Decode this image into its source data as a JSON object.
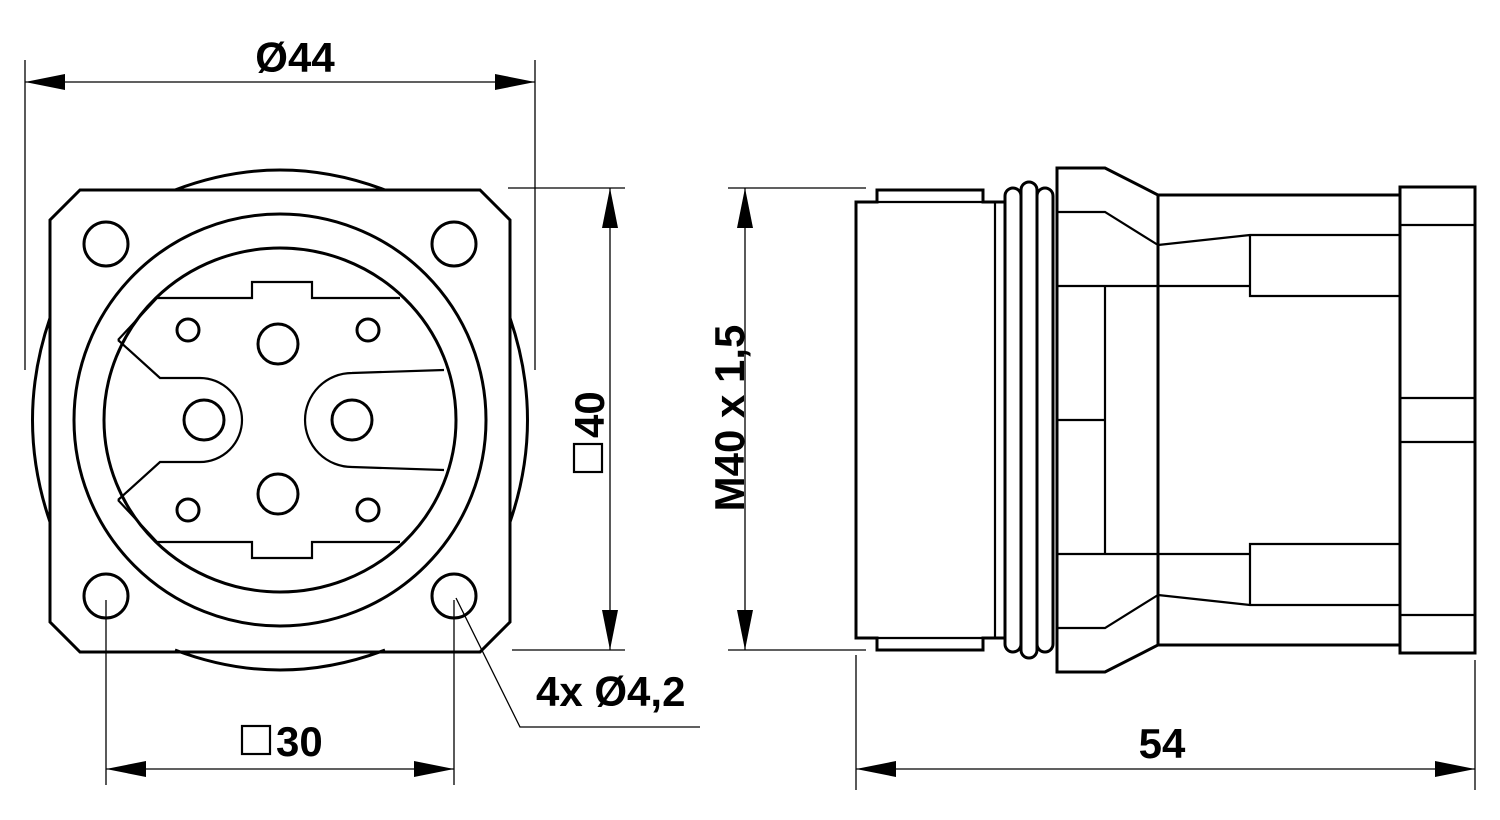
{
  "dimensions": {
    "outer_diameter": "Ø44",
    "flange_square": "40",
    "thread": "M40 x 1,5",
    "hole_spacing": "30",
    "holes": "4x Ø4,2",
    "length": "54"
  },
  "colors": {
    "line": "#000000",
    "background": "#ffffff"
  }
}
